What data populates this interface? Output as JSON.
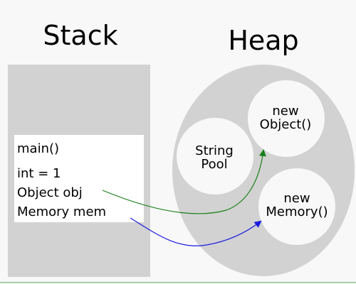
{
  "stack": {
    "title": "Stack",
    "frame": {
      "method": "main()",
      "vars": [
        "int = 1",
        "Object obj",
        "Memory mem"
      ]
    }
  },
  "heap": {
    "title": "Heap",
    "string_pool": [
      "String",
      "Pool"
    ],
    "new_object": [
      "new",
      "Object()"
    ],
    "new_memory": [
      "new",
      "Memory()"
    ]
  },
  "colors": {
    "background": "#f8f8f8",
    "stack_fill": "#d2d2d2",
    "heap_fill": "#d2d2d2",
    "circle_fill": "#f8f8f8",
    "frame_fill": "#ffffff",
    "object_arrow": "#1a7f1a",
    "memory_arrow": "#1a1ae0"
  }
}
